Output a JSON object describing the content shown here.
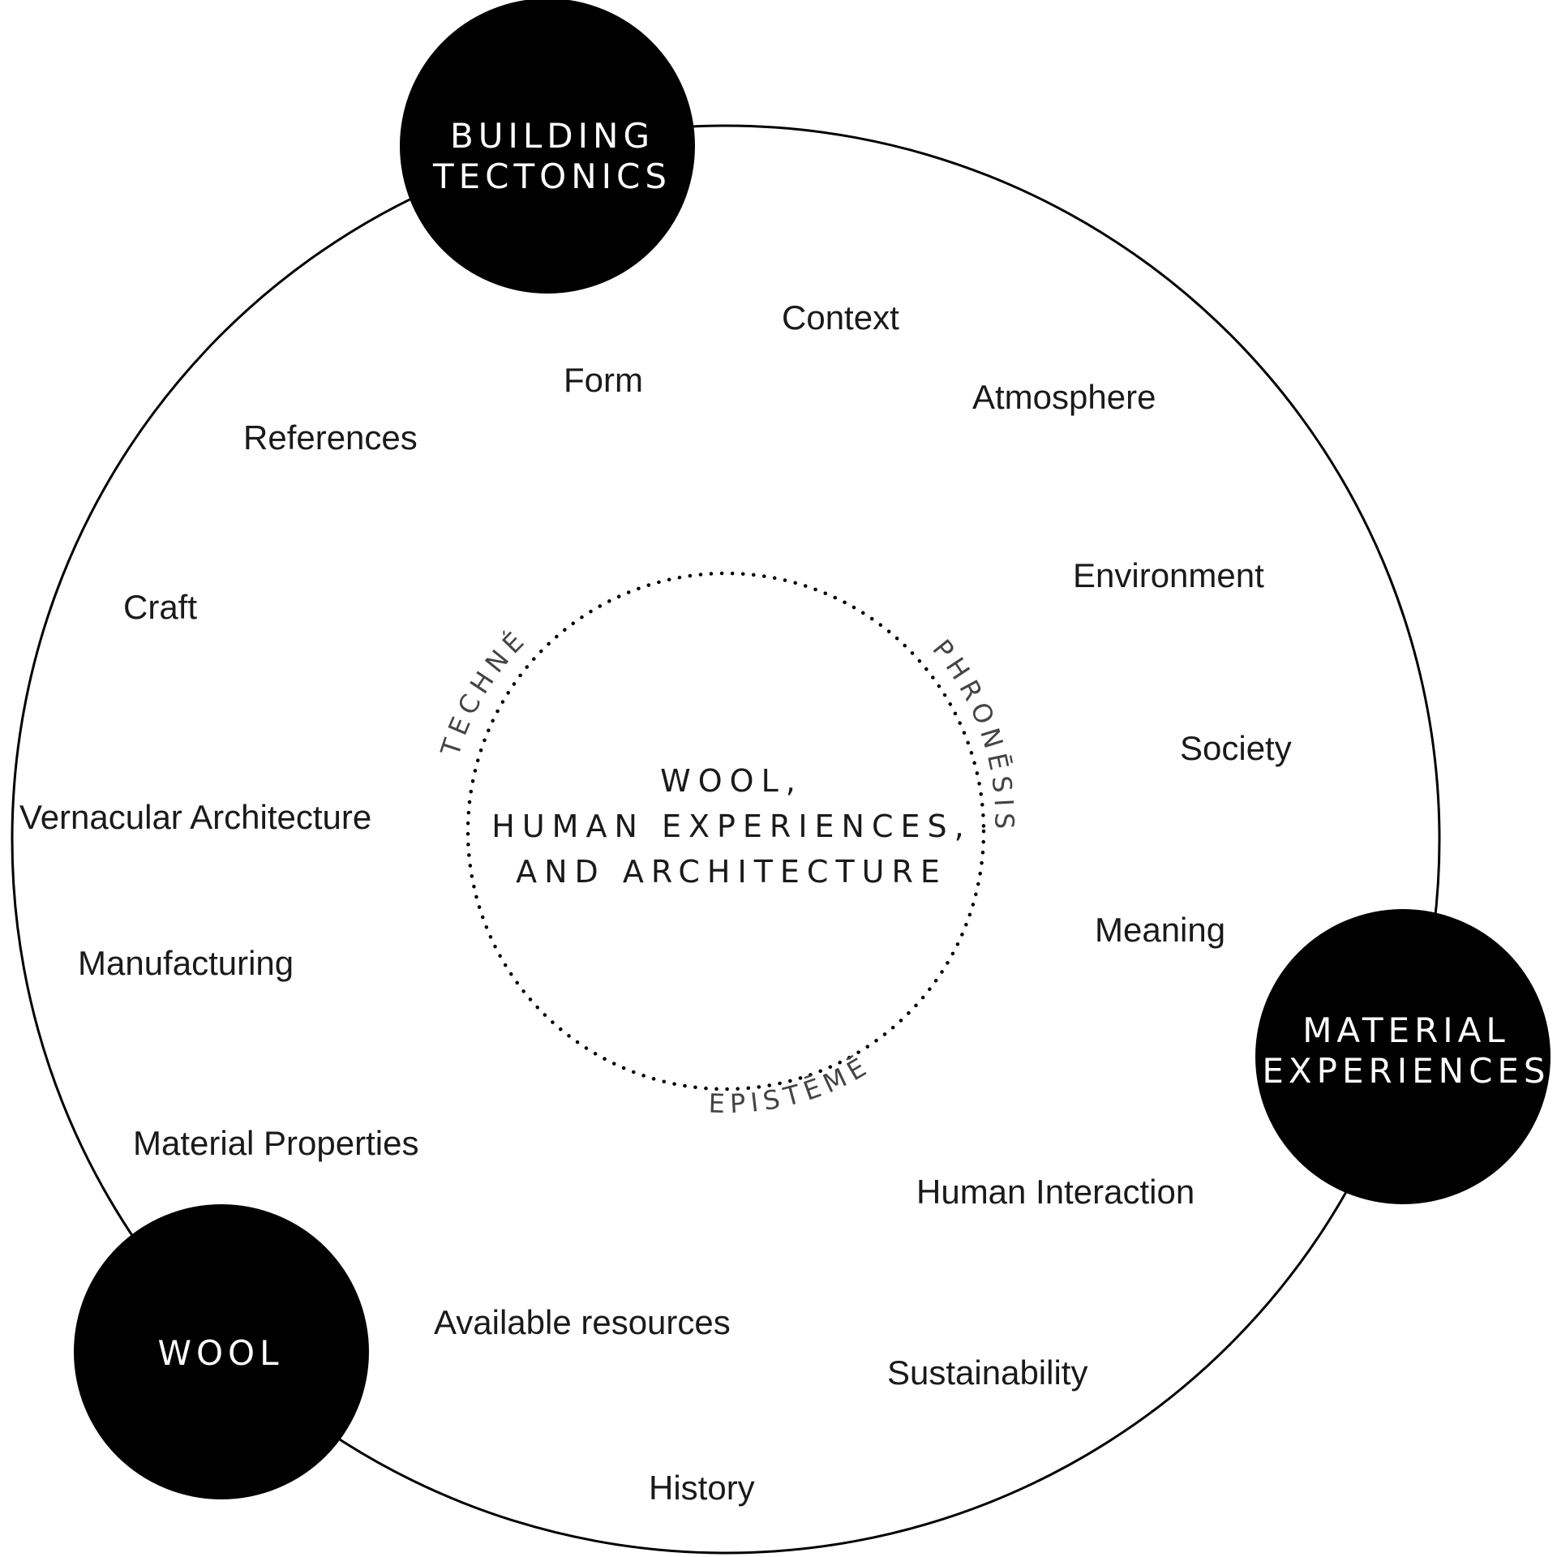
{
  "colors": {
    "ink": "#000000",
    "text": "#1a1a1a",
    "background": "#ffffff"
  },
  "hubs": {
    "building_tectonics": [
      "BUILDING",
      "TECTONICS"
    ],
    "material_experiences": [
      "MATERIAL",
      "EXPERIENCES"
    ],
    "wool": "WOOL"
  },
  "center": {
    "lines": [
      "WOOL,",
      "HUMAN EXPERIENCES,",
      "AND ARCHITECTURE"
    ]
  },
  "arc_labels": {
    "techne": "TECHNÉ",
    "phronesis": "PHRONĒSIS",
    "episteme": "EPISTĒMĒ"
  },
  "terms": {
    "context": "Context",
    "form": "Form",
    "atmosphere": "Atmosphere",
    "references": "References",
    "environment": "Environment",
    "craft": "Craft",
    "society": "Society",
    "vernacular_architecture": "Vernacular Architecture",
    "meaning": "Meaning",
    "manufacturing": "Manufacturing",
    "material_properties": "Material Properties",
    "human_interaction": "Human Interaction",
    "available_resources": "Available resources",
    "sustainability": "Sustainability",
    "history": "History"
  }
}
